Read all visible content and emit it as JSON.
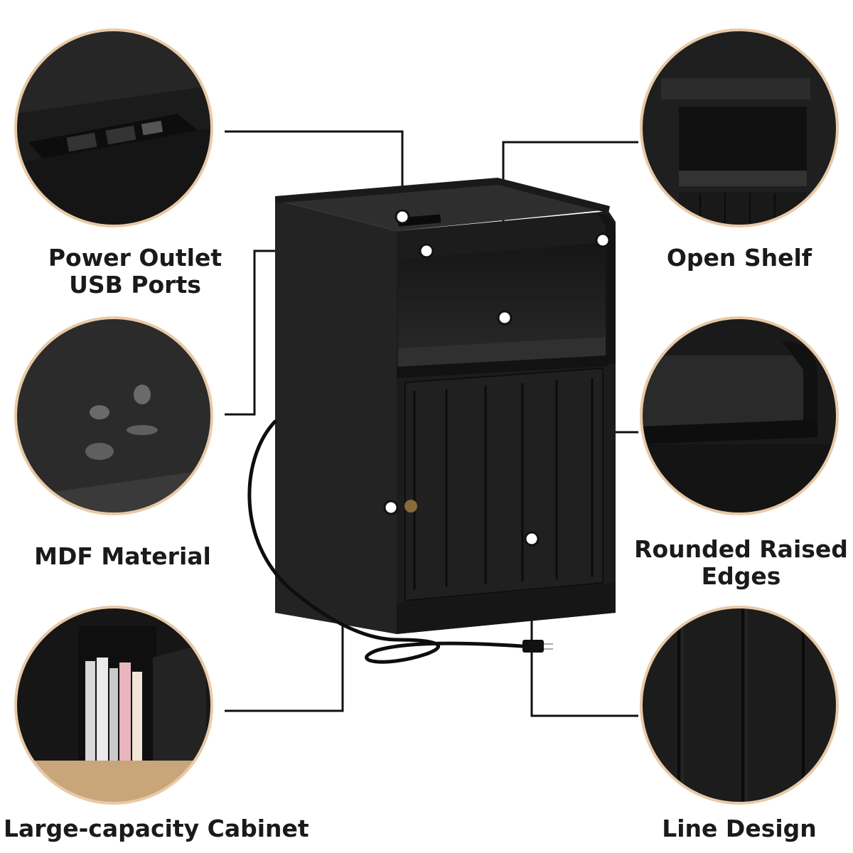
{
  "features": {
    "power": {
      "line1": "Power Outlet",
      "line2": "USB Ports"
    },
    "open_shelf": {
      "label": "Open Shelf"
    },
    "mdf": {
      "label": "MDF Material"
    },
    "rounded": {
      "line1": "Rounded Raised",
      "line2": "Edges"
    },
    "cabinet": {
      "label": "Large-capacity Cabinet"
    },
    "line_design": {
      "label": "Line Design"
    }
  },
  "colors": {
    "background": "#ffffff",
    "furniture": "#1e1e1e",
    "callout_line": "#111111",
    "circle_ring": "#e9c9a8",
    "text": "#1a1a1a"
  }
}
